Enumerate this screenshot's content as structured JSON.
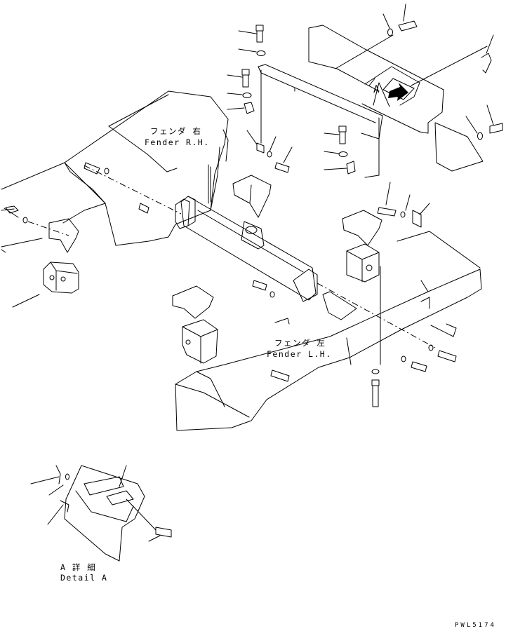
{
  "labels": {
    "fender_rh_jp": "フェンダ 右",
    "fender_rh_en": "Fender R.H.",
    "fender_lh_jp": "フェンダ 左",
    "fender_lh_en": "Fender L.H.",
    "detail_a_jp": "A 詳 細",
    "detail_a_en": "Detail A",
    "view_marker": "A",
    "drawing_number": "PWL5174"
  }
}
